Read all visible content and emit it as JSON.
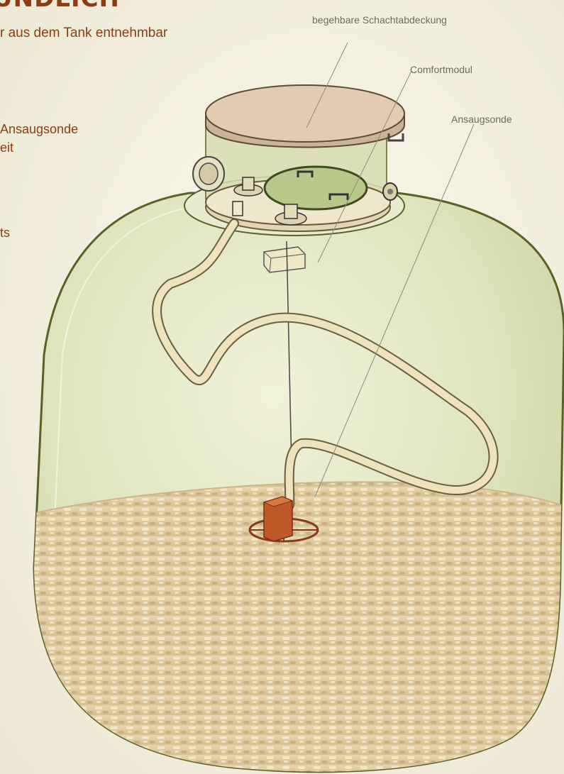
{
  "header": {
    "title": "UNDLICH",
    "subtitle": "r aus dem Tank entnehmbar"
  },
  "left_text": {
    "line1": "Ansaugsonde",
    "line2": "eit",
    "line3": "ts"
  },
  "labels": {
    "cover": "begehbare Schachtabdeckung",
    "comfort": "Comfortmodul",
    "probe": "Ansaugsonde"
  },
  "colors": {
    "heading": "#8a3d14",
    "tank_fill": "#dfe4bd",
    "lid": "#e2cbb2",
    "pellets": "#dcc89e",
    "probe": "#c0592a"
  }
}
